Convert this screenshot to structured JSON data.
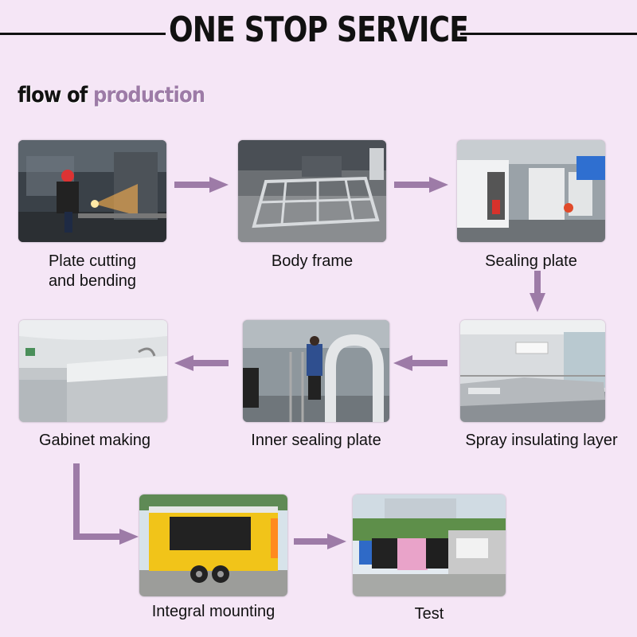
{
  "header": {
    "title": "ONE STOP SERVICE",
    "subtitle_part1": "flow of ",
    "subtitle_part2": "production"
  },
  "steps": [
    {
      "caption": "Plate cutting\nand bending"
    },
    {
      "caption": "Body frame"
    },
    {
      "caption": "Sealing plate"
    },
    {
      "caption": "Spray insulating layer"
    },
    {
      "caption": "Inner sealing plate"
    },
    {
      "caption": "Gabinet making"
    },
    {
      "caption": "Integral mounting"
    },
    {
      "caption": "Test"
    }
  ],
  "colors": {
    "background": "#f5e6f6",
    "arrow": "#9d7ba7",
    "accent": "#9d7ba7"
  }
}
